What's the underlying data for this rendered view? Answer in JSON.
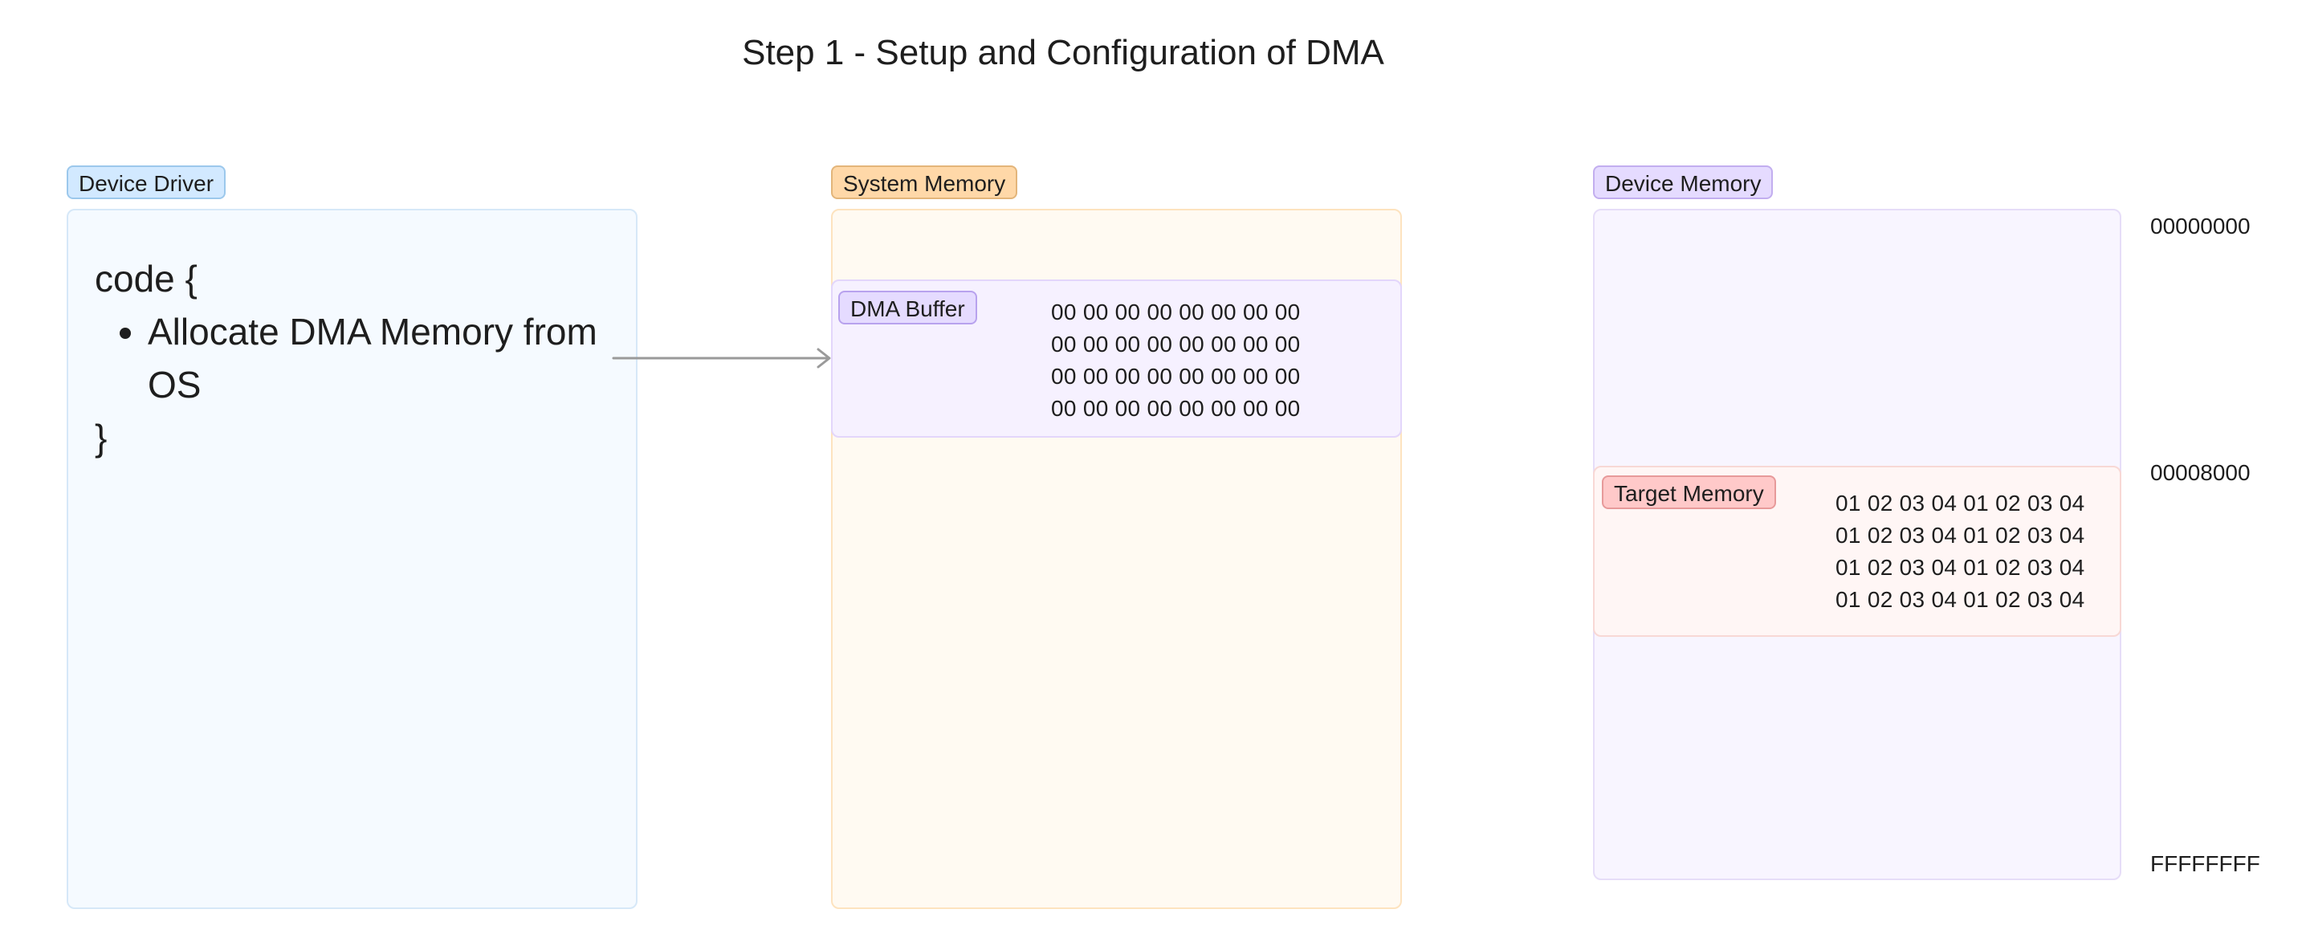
{
  "title": "Step 1 - Setup and Configuration of DMA",
  "device_driver": {
    "label": "Device Driver",
    "code_open": "code {",
    "items": [
      "Allocate DMA Memory from OS"
    ],
    "code_close": "}"
  },
  "system_memory": {
    "label": "System Memory",
    "dma_buffer": {
      "label": "DMA Buffer",
      "rows": [
        "00 00 00 00 00 00 00 00",
        "00 00 00 00 00 00 00 00",
        "00 00 00 00 00 00 00 00",
        "00 00 00 00 00 00 00 00"
      ]
    }
  },
  "device_memory": {
    "label": "Device Memory",
    "target_memory": {
      "label": "Target Memory",
      "rows": [
        "01 02 03 04 01 02 03 04",
        "01 02 03 04 01 02 03 04",
        "01 02 03 04 01 02 03 04",
        "01 02 03 04 01 02 03 04"
      ]
    },
    "addresses": [
      "00000000",
      "00008000",
      "FFFFFFFF"
    ]
  },
  "colors": {
    "driver_accent": "#d2e9ff",
    "system_memory_accent": "#ffd8a8",
    "device_memory_accent": "#e5dbff",
    "target_memory_accent": "#ffc9c9",
    "arrow": "#9a9a9a"
  }
}
